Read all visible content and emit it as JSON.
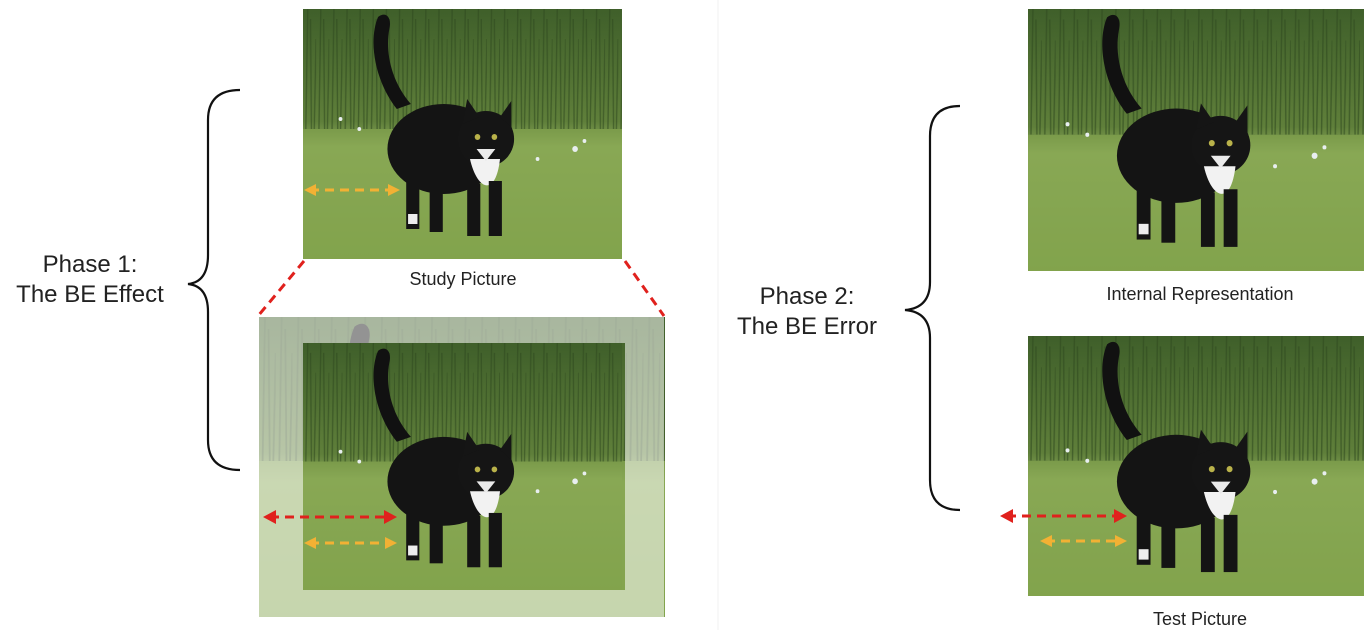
{
  "phase1": {
    "line1": "Phase 1:",
    "line2": "The BE Effect"
  },
  "phase2": {
    "line1": "Phase 2:",
    "line2": "The BE Error"
  },
  "captions": {
    "study": "Study Picture",
    "internal": "Internal Representation",
    "test": "Test Picture"
  },
  "colors": {
    "red_arrow": "#e0211d",
    "yellow_arrow": "#f2b134",
    "bracket": "#111111"
  },
  "image_content": "black-and-white cat standing on grass in front of tall vegetation"
}
